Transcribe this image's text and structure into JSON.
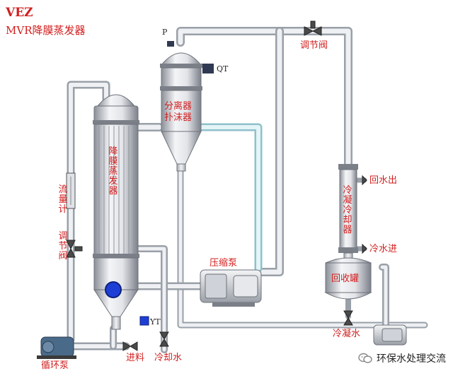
{
  "header": {
    "title": "VEZ",
    "subtitle": "MVR降膜蒸发器"
  },
  "labels": {
    "p": "P",
    "qt": "QT",
    "separator": "分离器\n扑沫器",
    "control_valve_top": "调节阀",
    "falling_film_evaporator": "降膜蒸发器",
    "flowmeter": "流量计",
    "control_valve_left": "调节阀",
    "water_out": "回水出",
    "condenser_cooler": "冷凝冷却器",
    "cooling_water_in": "冷水进",
    "compressor": "压缩泵",
    "recovery_tank": "回收罐",
    "yt": "YT",
    "feed": "进料",
    "cooling_water": "冷却水",
    "condensate": "冷凝水",
    "circulation_pump": "循环泵"
  },
  "watermark": {
    "text": "环保水处理交流"
  },
  "colors": {
    "label": "#d21e1e",
    "pipe": "#c9c9cf",
    "steam_pipe": "#bfe0e6",
    "blue_ball": "#1e3fd6",
    "valve": "#4a4a4a"
  }
}
